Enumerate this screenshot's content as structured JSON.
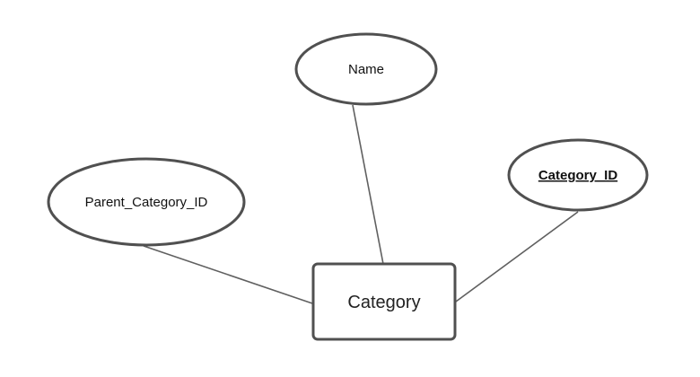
{
  "diagram": {
    "entity": {
      "label": "Category"
    },
    "attributes": [
      {
        "id": "name",
        "label": "Name",
        "is_key": false
      },
      {
        "id": "category_id",
        "label": "Category_ID",
        "is_key": true
      },
      {
        "id": "parent_category_id",
        "label": "Parent_Category_ID",
        "is_key": false
      }
    ]
  }
}
